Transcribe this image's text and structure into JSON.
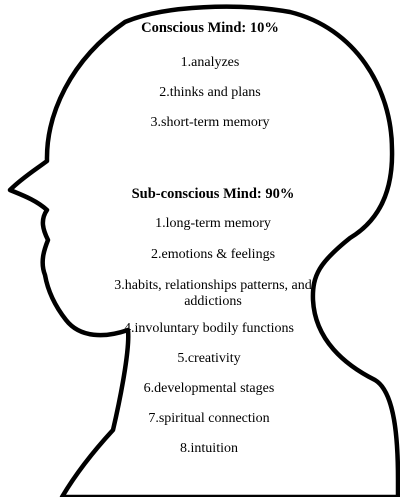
{
  "conscious": {
    "heading": "Conscious Mind: 10%",
    "items": [
      "1.analyzes",
      "2.thinks and plans",
      "3.short-term memory"
    ]
  },
  "subconscious": {
    "heading": "Sub-conscious Mind: 90%",
    "items": [
      "1.long-term memory",
      "2.emotions & feelings",
      "3.habits, relationships patterns, and addictions",
      "4.involuntary bodily functions",
      "5.creativity",
      "6.developmental stages",
      "7.spiritual connection",
      "8.intuition"
    ]
  },
  "colors": {
    "outline": "#000000",
    "background": "#ffffff",
    "text": "#000000"
  }
}
